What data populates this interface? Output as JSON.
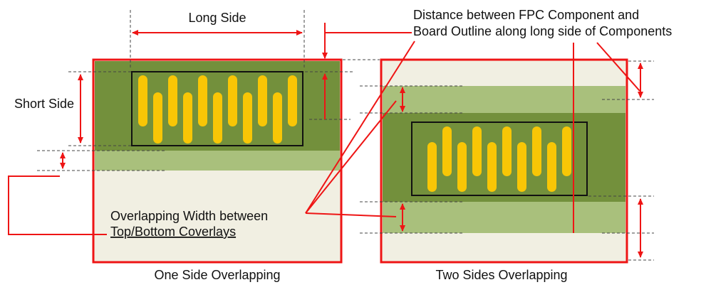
{
  "diagram": {
    "annotations": {
      "long_side": "Long Side",
      "short_side": "Short Side",
      "distance_note_line1": "Distance between FPC Component and",
      "distance_note_line2": "Board Outline along long side of Components",
      "overlap_note_line1": "Overlapping Width between",
      "overlap_note_line2": "Top/Bottom Coverlays"
    },
    "panels": {
      "left": {
        "caption": "One Side Overlapping",
        "pad_count": 11
      },
      "right": {
        "caption": "Two Sides Overlapping",
        "pad_count": 10
      }
    },
    "colors": {
      "annotation_red": "#ee1515",
      "coverlay_dark_green": "#73903c",
      "coverlay_light_green": "#a9c07c",
      "board_beige": "#f1efe2",
      "pad_yellow": "#f8c606",
      "outline_black": "#111111",
      "guide_gray": "#444444"
    }
  }
}
